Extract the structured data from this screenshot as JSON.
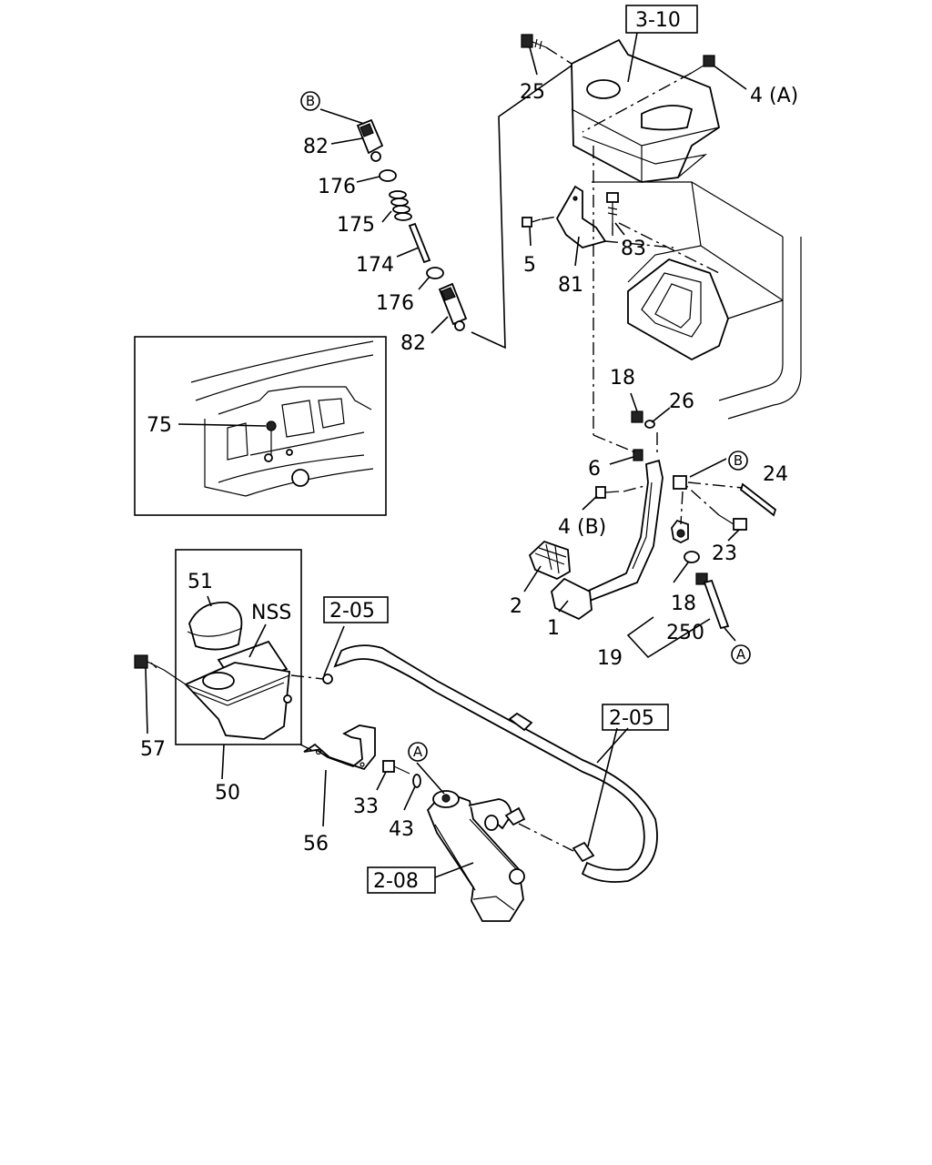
{
  "ref_boxes": {
    "r1": "3-10",
    "r2": "2-05",
    "r3": "2-05",
    "r4": "2-08"
  },
  "circle_refs": {
    "b1": "B",
    "b2": "B",
    "a1": "A",
    "a2": "A"
  },
  "labels": {
    "l25": "25",
    "l4a": "4 (A)",
    "l82a": "82",
    "l176a": "176",
    "l175": "175",
    "l174": "174",
    "l176b": "176",
    "l82b": "82",
    "l5": "5",
    "l81": "81",
    "l83": "83",
    "l75": "75",
    "l18a": "18",
    "l26": "26",
    "l6": "6",
    "l24": "24",
    "l4b": "4 (B)",
    "l23": "23",
    "l2": "2",
    "l1": "1",
    "l18b": "18",
    "l19": "19",
    "l250": "250",
    "l51": "51",
    "lnss": "NSS",
    "l57": "57",
    "l50": "50",
    "l33": "33",
    "l43": "43",
    "l56": "56"
  }
}
